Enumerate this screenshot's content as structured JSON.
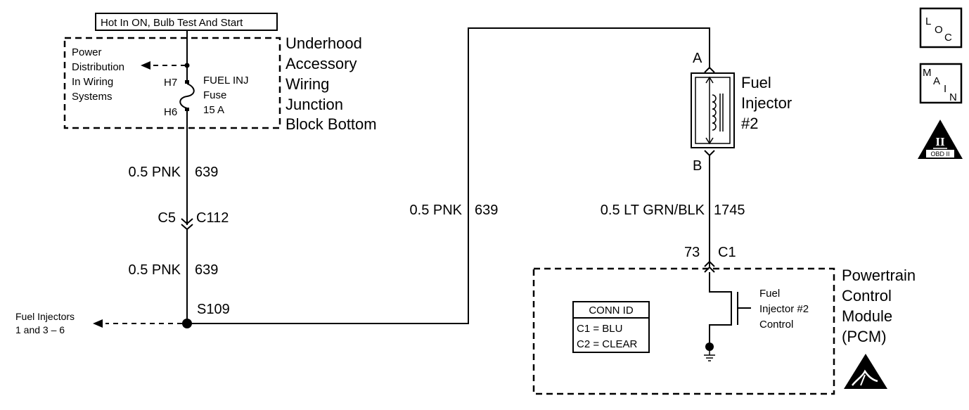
{
  "power_label": "Hot In ON, Bulb Test And Start",
  "junction_block": {
    "name_lines": [
      "Underhood",
      "Accessory",
      "Wiring",
      "Junction",
      "Block Bottom"
    ],
    "side_label_lines": [
      "Power",
      "Distribution",
      "In Wiring",
      "Systems"
    ],
    "terminal_top": "H7",
    "terminal_bottom": "H6",
    "fuse_lines": [
      "FUEL INJ",
      "Fuse",
      "15 A"
    ]
  },
  "wires": {
    "upper": {
      "size_color": "0.5 PNK",
      "circuit": "639"
    },
    "lower": {
      "size_color": "0.5 PNK",
      "circuit": "639"
    },
    "long": {
      "size_color": "0.5 PNK",
      "circuit": "639"
    },
    "pcm": {
      "size_color": "0.5 LT GRN/BLK",
      "circuit": "1745"
    }
  },
  "connector_c112": {
    "left": "C5",
    "right": "C112"
  },
  "splice": {
    "name": "S109",
    "branch_lines": [
      "Fuel Injectors",
      "1 and 3 – 6"
    ]
  },
  "injector": {
    "pin_a": "A",
    "pin_b": "B",
    "name_lines": [
      "Fuel",
      "Injector",
      "#2"
    ]
  },
  "pcm": {
    "pin": "73",
    "connector": "C1",
    "name_lines": [
      "Powertrain",
      "Control",
      "Module",
      "(PCM)"
    ],
    "control_lines": [
      "Fuel",
      "Injector #2",
      "Control"
    ],
    "conn_id": {
      "title": "CONN ID",
      "lines": [
        "C1 = BLU",
        "C2 = CLEAR"
      ]
    }
  },
  "nav": {
    "loc": {
      "l1": "L",
      "l2": "O",
      "l3": "C"
    },
    "main": {
      "l1": "M",
      "l2": "A",
      "l3": "I",
      "l4": "N"
    },
    "obd": {
      "numeral": "II",
      "label": "OBD II"
    }
  }
}
